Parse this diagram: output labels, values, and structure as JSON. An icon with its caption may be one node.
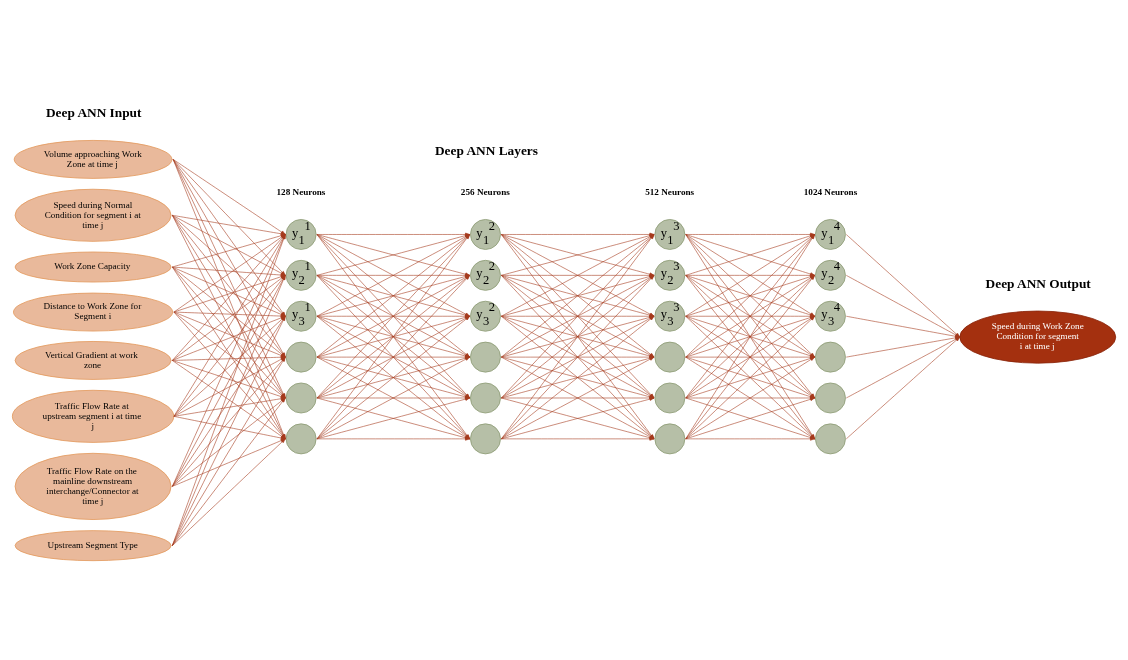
{
  "diagram": {
    "nodes": [
      {
        "text": [
          "Volume approaching Work Zone at time j"
        ]
      },
      {
        "text": [
          "Speed during Normal Condition for segment i at time j"
        ]
      },
      {
        "text": [
          "Work Zone Capacity"
        ]
      },
      {
        "text": [
          "Distance to Work Zone for Segment i"
        ]
      },
      {
        "text": [
          "Vertical Gradient at work zone"
        ]
      },
      {
        "text": [
          "Traffic Flow Rate at upstream segment i at time j"
        ]
      },
      {
        "text": [
          "Traffic Flow Rate on the mainline downstream interchange/Connector at time j"
        ]
      },
      {
        "text": [
          "Upstream Segment Type"
        ]
      },
      {
        "text": [
          "y$_{1}$$^{1}$"
        ]
      },
      {
        "text": [
          "y$_{2}$$^{1}$"
        ]
      },
      {
        "text": [
          "y$_{3}$$^{1}$"
        ]
      },
      {
        "text": [],
        "shape": "circle"
      },
      {
        "text": [],
        "shape": "circle"
      },
      {
        "text": [],
        "shape": "circle"
      },
      {
        "text": [
          "y$_{1}$$^{2}$"
        ]
      },
      {
        "text": [
          "y$_{2}$$^{2}$"
        ]
      },
      {
        "text": [
          "y$_{3}$$^{2}$"
        ]
      },
      {
        "text": [],
        "shape": "circle"
      },
      {
        "text": [],
        "shape": "circle"
      },
      {
        "text": [],
        "shape": "circle"
      },
      {
        "text": [
          "y$_{1}$$^{3}$"
        ]
      },
      {
        "text": [
          "y$_{2}$$^{3}$"
        ]
      },
      {
        "text": [
          "y$_{3}$$^{3}$"
        ]
      },
      {
        "text": [],
        "shape": "circle"
      },
      {
        "text": [],
        "shape": "circle"
      },
      {
        "text": [],
        "shape": "circle"
      },
      {
        "text": [
          "y$_{1}$$^{4}$"
        ]
      },
      {
        "text": [
          "y$_{2}$$^{4}$"
        ]
      },
      {
        "text": [
          "y$_{3}$$^{4}$"
        ]
      },
      {
        "text": [],
        "shape": "circle"
      },
      {
        "text": [],
        "shape": "circle"
      },
      {
        "text": [],
        "shape": "circle"
      },
      {
        "text": [
          "Speed during Work Zone Condition for segment i at time j"
        ]
      }
    ],
    "edges": [
      {
        "from": 0,
        "to": 8,
        "arrow": "to"
      },
      {
        "from": 0,
        "to": 9,
        "arrow": "to"
      },
      {
        "from": 0,
        "to": 10,
        "arrow": "to"
      },
      {
        "from": 0,
        "to": 11,
        "arrow": "to"
      },
      {
        "from": 0,
        "to": 12,
        "arrow": "to"
      },
      {
        "from": 0,
        "to": 13,
        "arrow": "to"
      },
      {
        "from": 1,
        "to": 8,
        "arrow": "to"
      },
      {
        "from": 1,
        "to": 9,
        "arrow": "to"
      },
      {
        "from": 1,
        "to": 10,
        "arrow": "to"
      },
      {
        "from": 1,
        "to": 11,
        "arrow": "to"
      },
      {
        "from": 1,
        "to": 12,
        "arrow": "to"
      },
      {
        "from": 1,
        "to": 13,
        "arrow": "to"
      },
      {
        "from": 2,
        "to": 8,
        "arrow": "to"
      },
      {
        "from": 2,
        "to": 9,
        "arrow": "to"
      },
      {
        "from": 2,
        "to": 10,
        "arrow": "to"
      },
      {
        "from": 2,
        "to": 11,
        "arrow": "to"
      },
      {
        "from": 2,
        "to": 12,
        "arrow": "to"
      },
      {
        "from": 2,
        "to": 13,
        "arrow": "to"
      },
      {
        "from": 3,
        "to": 8,
        "arrow": "to"
      },
      {
        "from": 3,
        "to": 9,
        "arrow": "to"
      },
      {
        "from": 3,
        "to": 10,
        "arrow": "to"
      },
      {
        "from": 3,
        "to": 11,
        "arrow": "to"
      },
      {
        "from": 3,
        "to": 12,
        "arrow": "to"
      },
      {
        "from": 3,
        "to": 13,
        "arrow": "to"
      },
      {
        "from": 4,
        "to": 8,
        "arrow": "to"
      },
      {
        "from": 4,
        "to": 9,
        "arrow": "to"
      },
      {
        "from": 4,
        "to": 10,
        "arrow": "to"
      },
      {
        "from": 4,
        "to": 11,
        "arrow": "to"
      },
      {
        "from": 4,
        "to": 12,
        "arrow": "to"
      },
      {
        "from": 4,
        "to": 13,
        "arrow": "to"
      },
      {
        "from": 5,
        "to": 8,
        "arrow": "to"
      },
      {
        "from": 5,
        "to": 9,
        "arrow": "to"
      },
      {
        "from": 5,
        "to": 10,
        "arrow": "to"
      },
      {
        "from": 5,
        "to": 11,
        "arrow": "to"
      },
      {
        "from": 5,
        "to": 12,
        "arrow": "to"
      },
      {
        "from": 5,
        "to": 13,
        "arrow": "to"
      },
      {
        "from": 6,
        "to": 8,
        "arrow": "to"
      },
      {
        "from": 6,
        "to": 9,
        "arrow": "to"
      },
      {
        "from": 6,
        "to": 10,
        "arrow": "to"
      },
      {
        "from": 6,
        "to": 11,
        "arrow": "to"
      },
      {
        "from": 6,
        "to": 12,
        "arrow": "to"
      },
      {
        "from": 6,
        "to": 13,
        "arrow": "to"
      },
      {
        "from": 7,
        "to": 8,
        "arrow": "to"
      },
      {
        "from": 7,
        "to": 9,
        "arrow": "to"
      },
      {
        "from": 7,
        "to": 10,
        "arrow": "to"
      },
      {
        "from": 7,
        "to": 11,
        "arrow": "to"
      },
      {
        "from": 7,
        "to": 12,
        "arrow": "to"
      },
      {
        "from": 7,
        "to": 13,
        "arrow": "to"
      },
      {
        "from": 8,
        "to": 14,
        "arrow": "to"
      },
      {
        "from": 8,
        "to": 15,
        "arrow": "to"
      },
      {
        "from": 8,
        "to": 16,
        "arrow": "to"
      },
      {
        "from": 8,
        "to": 17,
        "arrow": "to"
      },
      {
        "from": 8,
        "to": 18,
        "arrow": "to"
      },
      {
        "from": 8,
        "to": 19,
        "arrow": "to"
      },
      {
        "from": 9,
        "to": 14,
        "arrow": "to"
      },
      {
        "from": 9,
        "to": 15,
        "arrow": "to"
      },
      {
        "from": 9,
        "to": 16,
        "arrow": "to"
      },
      {
        "from": 9,
        "to": 17,
        "arrow": "to"
      },
      {
        "from": 9,
        "to": 18,
        "arrow": "to"
      },
      {
        "from": 9,
        "to": 19,
        "arrow": "to"
      },
      {
        "from": 10,
        "to": 14,
        "arrow": "to"
      },
      {
        "from": 10,
        "to": 15,
        "arrow": "to"
      },
      {
        "from": 10,
        "to": 16,
        "arrow": "to"
      },
      {
        "from": 10,
        "to": 17,
        "arrow": "to"
      },
      {
        "from": 10,
        "to": 18,
        "arrow": "to"
      },
      {
        "from": 10,
        "to": 19,
        "arrow": "to"
      },
      {
        "from": 11,
        "to": 14,
        "arrow": "to"
      },
      {
        "from": 11,
        "to": 15,
        "arrow": "to"
      },
      {
        "from": 11,
        "to": 16,
        "arrow": "to"
      },
      {
        "from": 11,
        "to": 17,
        "arrow": "to"
      },
      {
        "from": 11,
        "to": 18,
        "arrow": "to"
      },
      {
        "from": 11,
        "to": 19,
        "arrow": "to"
      },
      {
        "from": 12,
        "to": 14,
        "arrow": "to"
      },
      {
        "from": 12,
        "to": 15,
        "arrow": "to"
      },
      {
        "from": 12,
        "to": 16,
        "arrow": "to"
      },
      {
        "from": 12,
        "to": 17,
        "arrow": "to"
      },
      {
        "from": 12,
        "to": 18,
        "arrow": "to"
      },
      {
        "from": 12,
        "to": 19,
        "arrow": "to"
      },
      {
        "from": 13,
        "to": 14,
        "arrow": "to"
      },
      {
        "from": 13,
        "to": 15,
        "arrow": "to"
      },
      {
        "from": 13,
        "to": 16,
        "arrow": "to"
      },
      {
        "from": 13,
        "to": 17,
        "arrow": "to"
      },
      {
        "from": 13,
        "to": 18,
        "arrow": "to"
      },
      {
        "from": 13,
        "to": 19,
        "arrow": "to"
      },
      {
        "from": 14,
        "to": 20,
        "arrow": "to"
      },
      {
        "from": 14,
        "to": 21,
        "arrow": "to"
      },
      {
        "from": 14,
        "to": 22,
        "arrow": "to"
      },
      {
        "from": 14,
        "to": 23,
        "arrow": "to"
      },
      {
        "from": 14,
        "to": 24,
        "arrow": "to"
      },
      {
        "from": 14,
        "to": 25,
        "arrow": "to"
      },
      {
        "from": 15,
        "to": 20,
        "arrow": "to"
      },
      {
        "from": 15,
        "to": 21,
        "arrow": "to"
      },
      {
        "from": 15,
        "to": 22,
        "arrow": "to"
      },
      {
        "from": 15,
        "to": 23,
        "arrow": "to"
      },
      {
        "from": 15,
        "to": 24,
        "arrow": "to"
      },
      {
        "from": 15,
        "to": 25,
        "arrow": "to"
      },
      {
        "from": 16,
        "to": 20,
        "arrow": "to"
      },
      {
        "from": 16,
        "to": 21,
        "arrow": "to"
      },
      {
        "from": 16,
        "to": 22,
        "arrow": "to"
      },
      {
        "from": 16,
        "to": 23,
        "arrow": "to"
      },
      {
        "from": 16,
        "to": 24,
        "arrow": "to"
      },
      {
        "from": 16,
        "to": 25,
        "arrow": "to"
      },
      {
        "from": 17,
        "to": 20,
        "arrow": "to"
      },
      {
        "from": 17,
        "to": 21,
        "arrow": "to"
      },
      {
        "from": 17,
        "to": 22,
        "arrow": "to"
      },
      {
        "from": 17,
        "to": 23,
        "arrow": "to"
      },
      {
        "from": 17,
        "to": 24,
        "arrow": "to"
      },
      {
        "from": 17,
        "to": 25,
        "arrow": "to"
      },
      {
        "from": 18,
        "to": 20,
        "arrow": "to"
      },
      {
        "from": 18,
        "to": 21,
        "arrow": "to"
      },
      {
        "from": 18,
        "to": 22,
        "arrow": "to"
      },
      {
        "from": 18,
        "to": 23,
        "arrow": "to"
      },
      {
        "from": 18,
        "to": 24,
        "arrow": "to"
      },
      {
        "from": 18,
        "to": 25,
        "arrow": "to"
      },
      {
        "from": 19,
        "to": 20,
        "arrow": "to"
      },
      {
        "from": 19,
        "to": 21,
        "arrow": "to"
      },
      {
        "from": 19,
        "to": 22,
        "arrow": "to"
      },
      {
        "from": 19,
        "to": 23,
        "arrow": "to"
      },
      {
        "from": 19,
        "to": 24,
        "arrow": "to"
      },
      {
        "from": 19,
        "to": 25,
        "arrow": "to"
      },
      {
        "from": 20,
        "to": 26,
        "arrow": "to"
      },
      {
        "from": 20,
        "to": 27,
        "arrow": "to"
      },
      {
        "from": 20,
        "to": 28,
        "arrow": "to"
      },
      {
        "from": 20,
        "to": 29,
        "arrow": "to"
      },
      {
        "from": 20,
        "to": 30,
        "arrow": "to"
      },
      {
        "from": 20,
        "to": 31,
        "arrow": "to"
      },
      {
        "from": 21,
        "to": 26,
        "arrow": "to"
      },
      {
        "from": 21,
        "to": 27,
        "arrow": "to"
      },
      {
        "from": 21,
        "to": 28,
        "arrow": "to"
      },
      {
        "from": 21,
        "to": 29,
        "arrow": "to"
      },
      {
        "from": 21,
        "to": 30,
        "arrow": "to"
      },
      {
        "from": 21,
        "to": 31,
        "arrow": "to"
      },
      {
        "from": 22,
        "to": 26,
        "arrow": "to"
      },
      {
        "from": 22,
        "to": 27,
        "arrow": "to"
      },
      {
        "from": 22,
        "to": 28,
        "arrow": "to"
      },
      {
        "from": 22,
        "to": 29,
        "arrow": "to"
      },
      {
        "from": 22,
        "to": 30,
        "arrow": "to"
      },
      {
        "from": 22,
        "to": 31,
        "arrow": "to"
      },
      {
        "from": 23,
        "to": 26,
        "arrow": "to"
      },
      {
        "from": 23,
        "to": 27,
        "arrow": "to"
      },
      {
        "from": 23,
        "to": 28,
        "arrow": "to"
      },
      {
        "from": 23,
        "to": 29,
        "arrow": "to"
      },
      {
        "from": 23,
        "to": 30,
        "arrow": "to"
      },
      {
        "from": 23,
        "to": 31,
        "arrow": "to"
      },
      {
        "from": 24,
        "to": 26,
        "arrow": "to"
      },
      {
        "from": 24,
        "to": 27,
        "arrow": "to"
      },
      {
        "from": 24,
        "to": 28,
        "arrow": "to"
      },
      {
        "from": 24,
        "to": 29,
        "arrow": "to"
      },
      {
        "from": 24,
        "to": 30,
        "arrow": "to"
      },
      {
        "from": 24,
        "to": 31,
        "arrow": "to"
      },
      {
        "from": 25,
        "to": 26,
        "arrow": "to"
      },
      {
        "from": 25,
        "to": 27,
        "arrow": "to"
      },
      {
        "from": 25,
        "to": 28,
        "arrow": "to"
      },
      {
        "from": 25,
        "to": 29,
        "arrow": "to"
      },
      {
        "from": 25,
        "to": 30,
        "arrow": "to"
      },
      {
        "from": 25,
        "to": 31,
        "arrow": "to"
      },
      {
        "from": 26,
        "to": 32,
        "arrow": "to"
      },
      {
        "from": 27,
        "to": 32,
        "arrow": "to"
      },
      {
        "from": 28,
        "to": 32,
        "arrow": "to"
      },
      {
        "from": 29,
        "to": 32,
        "arrow": "to"
      },
      {
        "from": 30,
        "to": 32,
        "arrow": "to"
      },
      {
        "from": 31,
        "to": 32,
        "arrow": "to"
      }
    ],
    "labels": [
      "Deep ANN Input",
      "Deep ANN Layers",
      "Deep ANN Output",
      "128 Neurons",
      "256 Neurons",
      "512 Neurons",
      "1024 Neurons"
    ]
  }
}
